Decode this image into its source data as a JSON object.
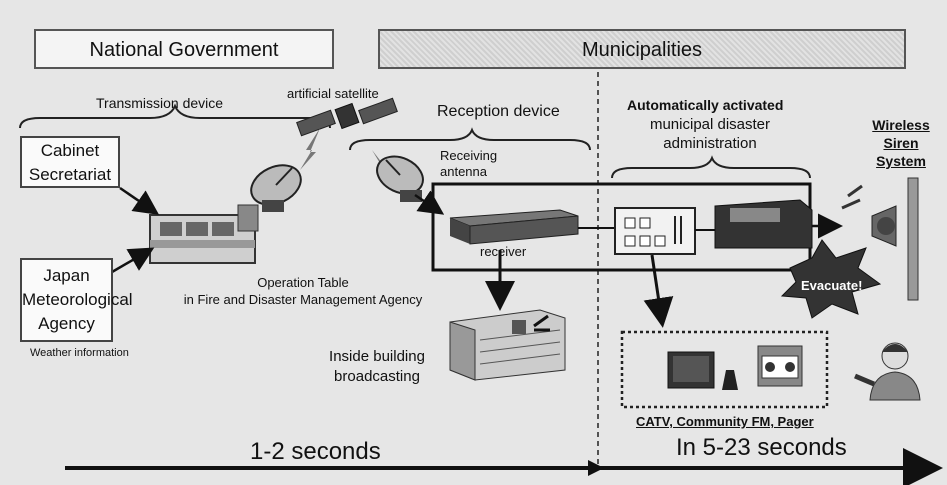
{
  "headers": {
    "national": "National Government",
    "municipalities": "Municipalities"
  },
  "agencies": {
    "cabinet": [
      "Cabinet",
      "Secretariat"
    ],
    "jma": [
      "Japan",
      "Meteorological",
      "Agency"
    ],
    "weather_info": "Weather information"
  },
  "labels": {
    "transmission_device": "Transmission device",
    "satellite": "artificial satellite",
    "reception_device": "Reception device",
    "receiving_antenna": [
      "Receiving",
      "antenna"
    ],
    "receiver": "receiver",
    "operation_table": [
      "Operation Table",
      "in Fire and Disaster Management Agency"
    ],
    "inside_building": [
      "Inside building",
      "broadcasting"
    ],
    "auto_activated": "Automatically activated",
    "municipal_admin": [
      "municipal disaster",
      "administration"
    ],
    "wireless_siren": [
      "Wireless",
      "Siren",
      "System"
    ],
    "evacuate": "Evacuate!",
    "catv": "CATV, Community FM, Pager"
  },
  "timeline": {
    "left": "1-2 seconds",
    "right": "In 5-23 seconds"
  }
}
